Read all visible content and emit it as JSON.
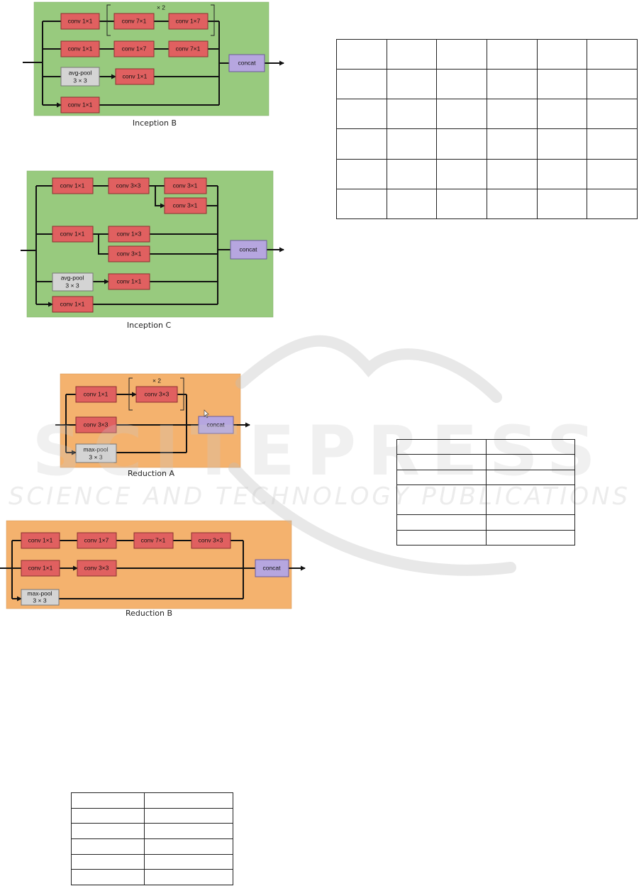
{
  "figures": {
    "inception_b": {
      "caption": "Inception B",
      "repeat": "× 2",
      "boxes": {
        "r1c1": "conv 1×1",
        "r1c2": "conv 7×1",
        "r1c3": "conv 1×7",
        "r2c1": "conv 1×1",
        "r2c2": "conv 1×7",
        "r2c3": "conv 7×1",
        "pool_l1": "avg-pool",
        "pool_l2": "3 × 3",
        "r3c2": "conv 1×1",
        "r4c1": "conv 1×1",
        "concat": "concat"
      }
    },
    "inception_c": {
      "caption": "Inception C",
      "boxes": {
        "r1c1": "conv 1×1",
        "r1c2": "conv 3×3",
        "r1c3a": "conv 3×1",
        "r1c3b": "conv 3×1",
        "r2c1": "conv 1×1",
        "r2c2a": "conv 1×3",
        "r2c2b": "conv 3×1",
        "pool_l1": "avg-pool",
        "pool_l2": "3 × 3",
        "r3c2": "conv 1×1",
        "r4c1": "conv 1×1",
        "concat": "concat"
      }
    },
    "reduction_a": {
      "caption": "Reduction A",
      "repeat": "× 2",
      "boxes": {
        "r1c1": "conv 1×1",
        "r1c2": "conv 3×3",
        "r2c1": "conv 3×3",
        "pool_l1": "max-pool",
        "pool_l2": "3 × 3",
        "concat": "concat"
      }
    },
    "reduction_b": {
      "caption": "Reduction B",
      "boxes": {
        "r1c1": "conv 1×1",
        "r1c2": "conv 1×7",
        "r1c3": "conv 7×1",
        "r1c4": "conv 3×3",
        "r2c1": "conv 1×1",
        "r2c2": "conv 3×3",
        "pool_l1": "max-pool",
        "pool_l2": "3 × 3",
        "concat": "concat"
      }
    }
  },
  "watermark": {
    "line1": "SCITEPRESS",
    "line2": "SCIENCE AND TECHNOLOGY PUBLICATIONS"
  },
  "colors": {
    "inception_bg": "#98ca7e",
    "reduction_bg": "#f4b26e",
    "conv_box": "#e06060",
    "pool_box": "#d4d4d4",
    "concat_box": "#b6a6df"
  }
}
